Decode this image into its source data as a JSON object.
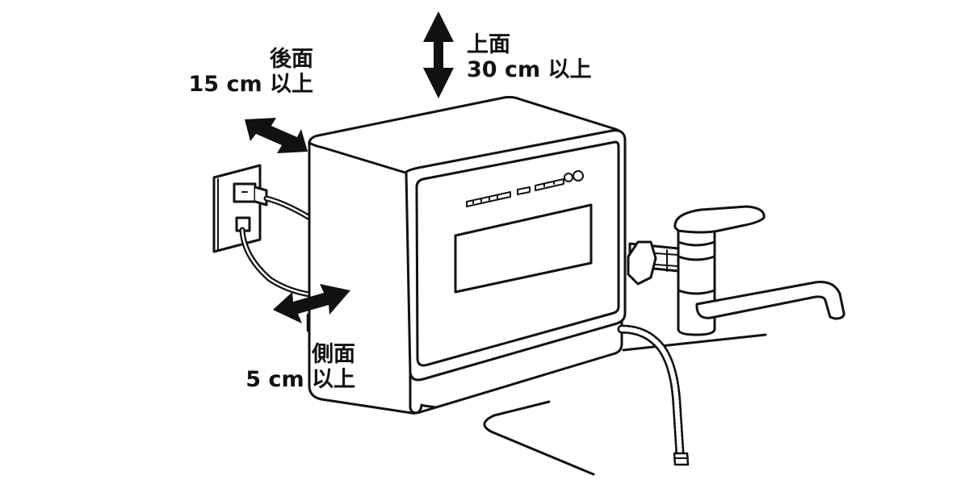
{
  "labels": {
    "top": {
      "title": "上面",
      "value": "30 cm 以上"
    },
    "back": {
      "title": "後面",
      "value": "15 cm 以上"
    },
    "side": {
      "title": "側面",
      "value": "5 cm 以上"
    }
  },
  "colors": {
    "line": "#111111",
    "fill": "#ffffff"
  },
  "icons": [
    "double-arrow-icon",
    "power-plug-icon",
    "faucet-icon",
    "hose-icon"
  ]
}
